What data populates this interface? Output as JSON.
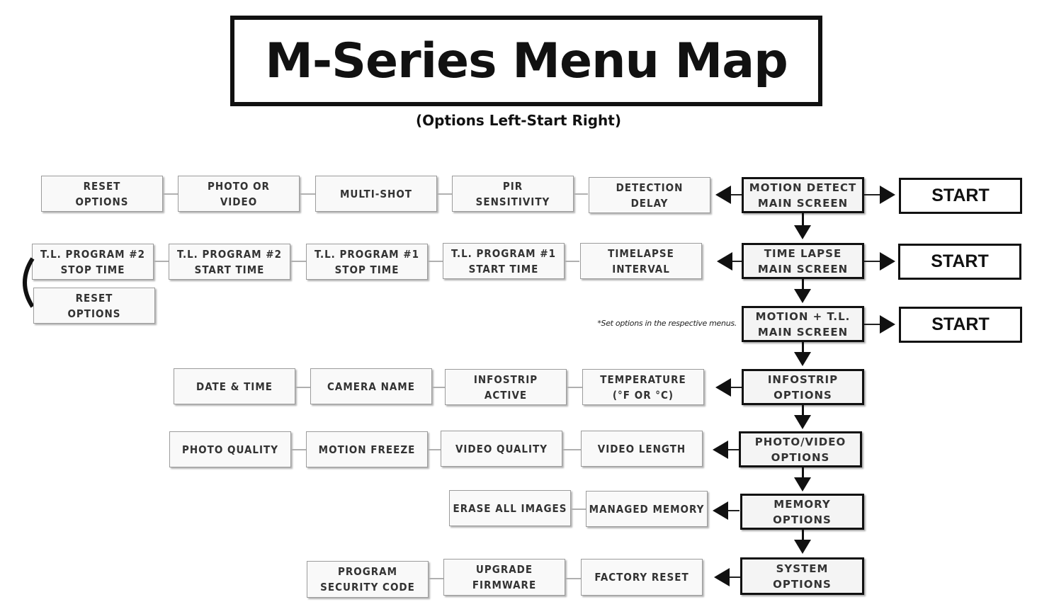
{
  "title": "M-Series Menu Map",
  "subtitle": "(Options Left-Start Right)",
  "note": "*Set options in the respective menus.",
  "start_label": "START",
  "rows": [
    {
      "main": [
        "MOTION DETECT",
        "MAIN SCREEN"
      ],
      "options": [
        [
          "RESET",
          "OPTIONS"
        ],
        [
          "PHOTO OR",
          "VIDEO"
        ],
        [
          "MULTI-SHOT"
        ],
        [
          "PIR",
          "SENSITIVITY"
        ],
        [
          "DETECTION",
          "DELAY"
        ]
      ]
    },
    {
      "main": [
        "TIME LAPSE",
        "MAIN SCREEN"
      ],
      "options": [
        [
          "T.L. PROGRAM #2",
          "STOP TIME"
        ],
        [
          "T.L. PROGRAM #2",
          "START TIME"
        ],
        [
          "T.L. PROGRAM #1",
          "STOP TIME"
        ],
        [
          "T.L. PROGRAM #1",
          "START TIME"
        ],
        [
          "TIMELAPSE",
          "INTERVAL"
        ]
      ],
      "extra": [
        "RESET",
        "OPTIONS"
      ]
    },
    {
      "main": [
        "MOTION + T.L.",
        "MAIN SCREEN"
      ]
    },
    {
      "main": [
        "INFOSTRIP",
        "OPTIONS"
      ],
      "options": [
        [
          "DATE & TIME"
        ],
        [
          "CAMERA NAME"
        ],
        [
          "INFOSTRIP",
          "ACTIVE"
        ],
        [
          "TEMPERATURE",
          "(°F OR °C)"
        ]
      ]
    },
    {
      "main": [
        "PHOTO/VIDEO",
        "OPTIONS"
      ],
      "options": [
        [
          "PHOTO QUALITY"
        ],
        [
          "MOTION FREEZE"
        ],
        [
          "VIDEO QUALITY"
        ],
        [
          "VIDEO LENGTH"
        ]
      ]
    },
    {
      "main": [
        "MEMORY",
        "OPTIONS"
      ],
      "options": [
        [
          "ERASE ALL IMAGES"
        ],
        [
          "MANAGED MEMORY"
        ]
      ]
    },
    {
      "main": [
        "SYSTEM",
        "OPTIONS"
      ],
      "options": [
        [
          "PROGRAM",
          "SECURITY CODE"
        ],
        [
          "UPGRADE",
          "FIRMWARE"
        ],
        [
          "FACTORY RESET"
        ]
      ]
    }
  ]
}
